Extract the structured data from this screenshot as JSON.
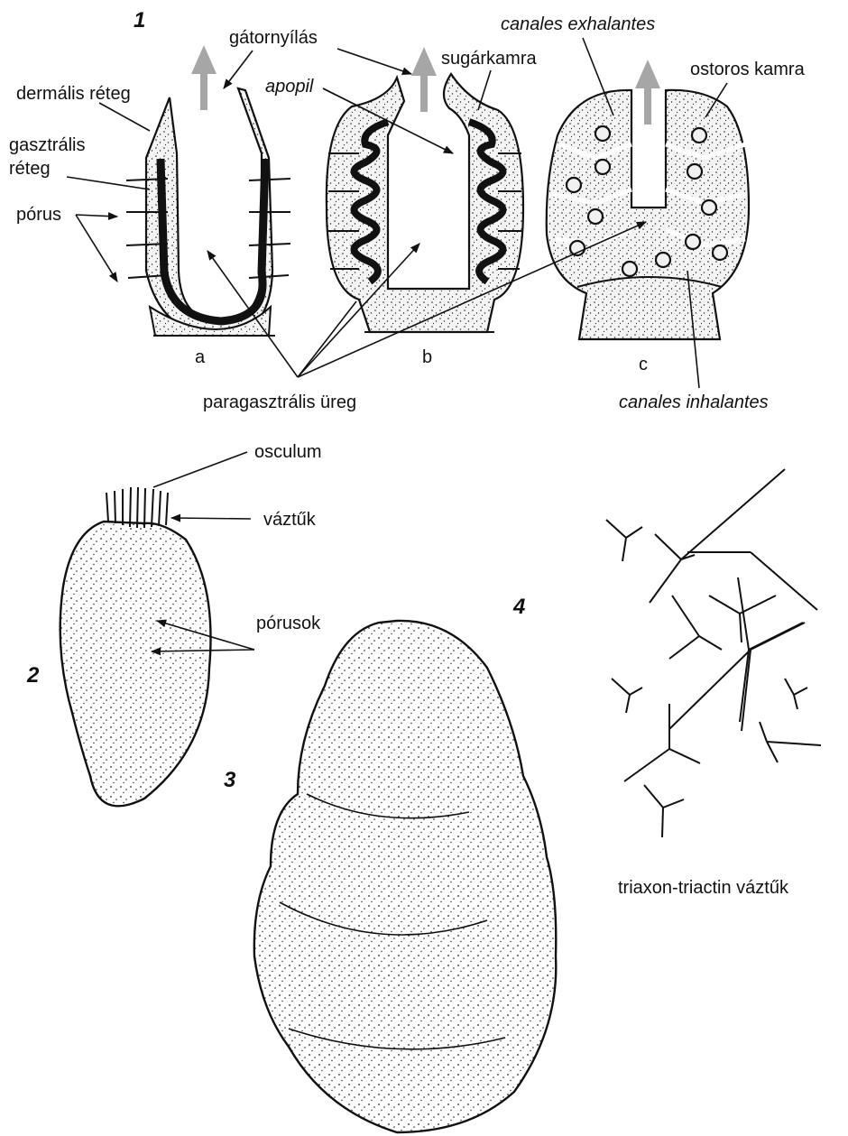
{
  "figure_numbers": [
    "1",
    "2",
    "3",
    "4"
  ],
  "diagram_letters": [
    "a",
    "b",
    "c"
  ],
  "labels": {
    "gatornyilas": "gátornyílás",
    "dermalis": "dermális réteg",
    "gasztralis_1": "gasztrális",
    "gasztralis_2": "réteg",
    "porus": "pórus",
    "apopil": "apopil",
    "sugarkamra": "sugárkamra",
    "canales_exhalantes": "canales exhalantes",
    "ostoros_kamra": "ostoros kamra",
    "paragasztralis": "paragasztrális üreg",
    "canales_inhalantes": "canales inhalantes",
    "osculum": "osculum",
    "vaztuk": "váztűk",
    "porusok": "pórusok",
    "triaxon": "triaxon-triactin váztűk"
  },
  "colors": {
    "ink": "#111111",
    "arrow": "#a6a6a6",
    "fill": "#f1f1f1"
  }
}
